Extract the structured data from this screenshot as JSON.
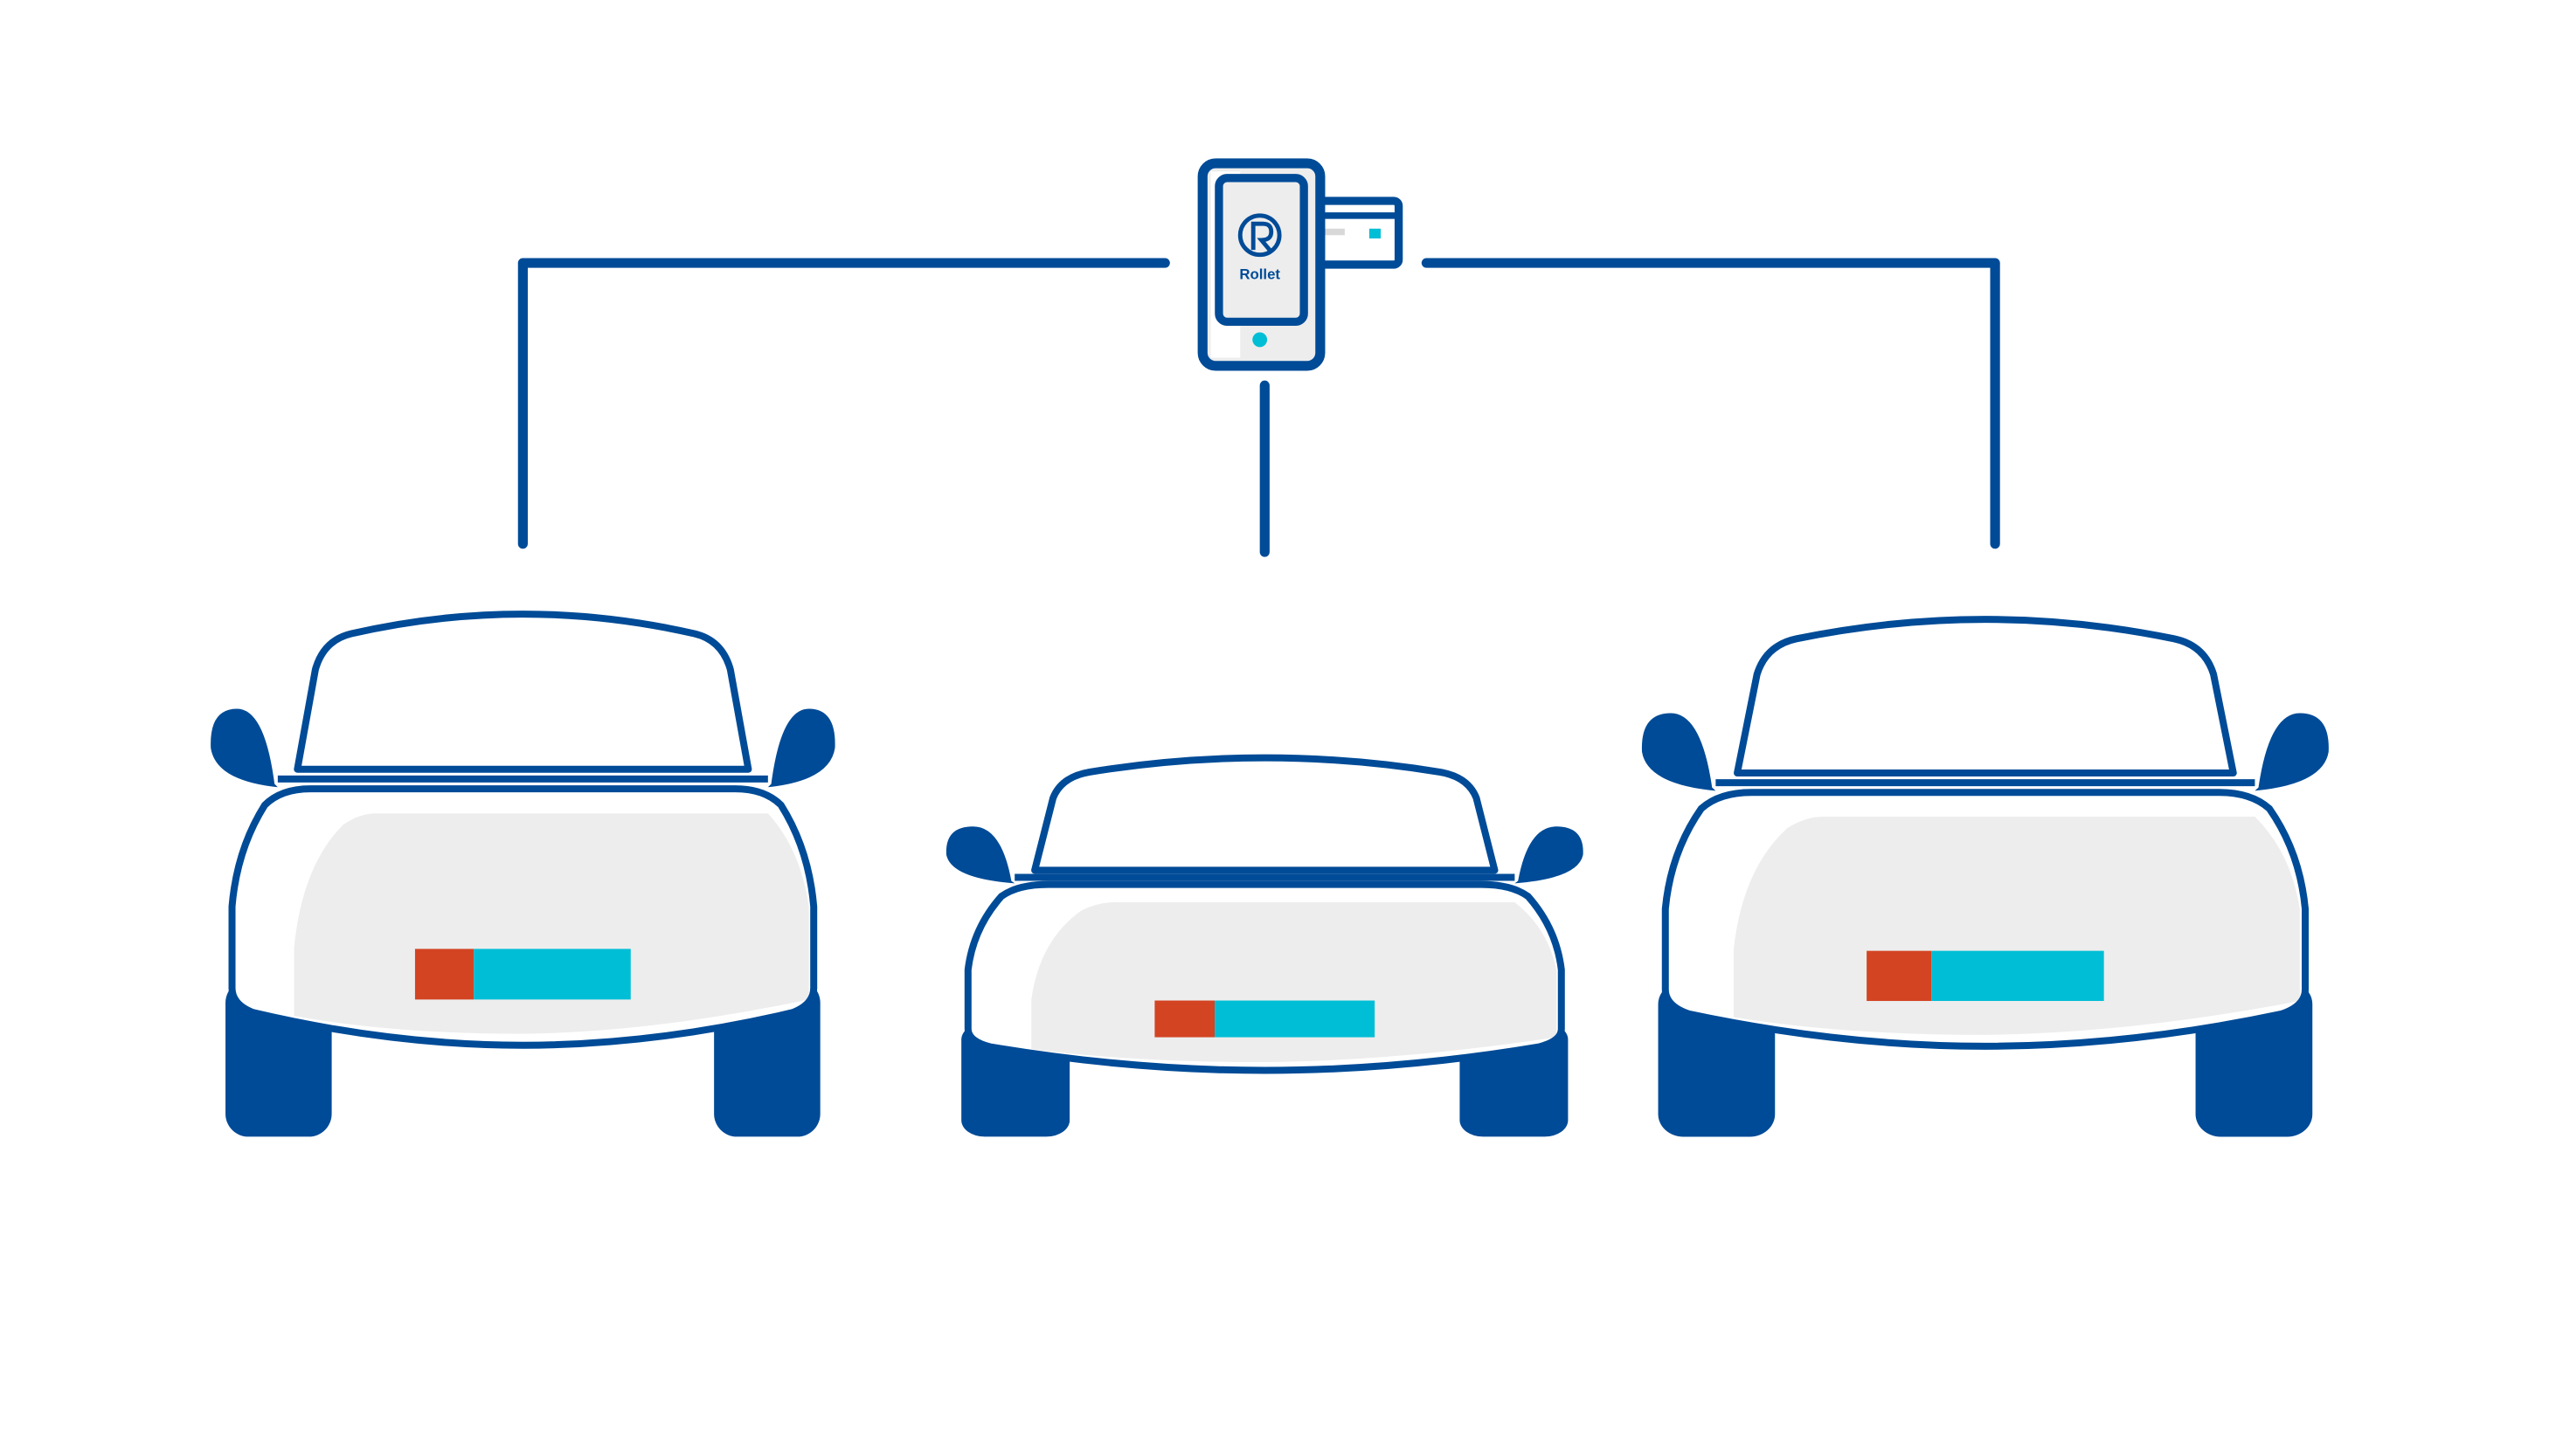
{
  "diagram": {
    "device": {
      "brand_label": "Rollet"
    },
    "colors": {
      "blue": "#004B97",
      "red": "#D34423",
      "cyan": "#00BED6",
      "grey": "#EDEDED"
    },
    "cars": [
      {
        "name": "left"
      },
      {
        "name": "center"
      },
      {
        "name": "right"
      }
    ]
  }
}
